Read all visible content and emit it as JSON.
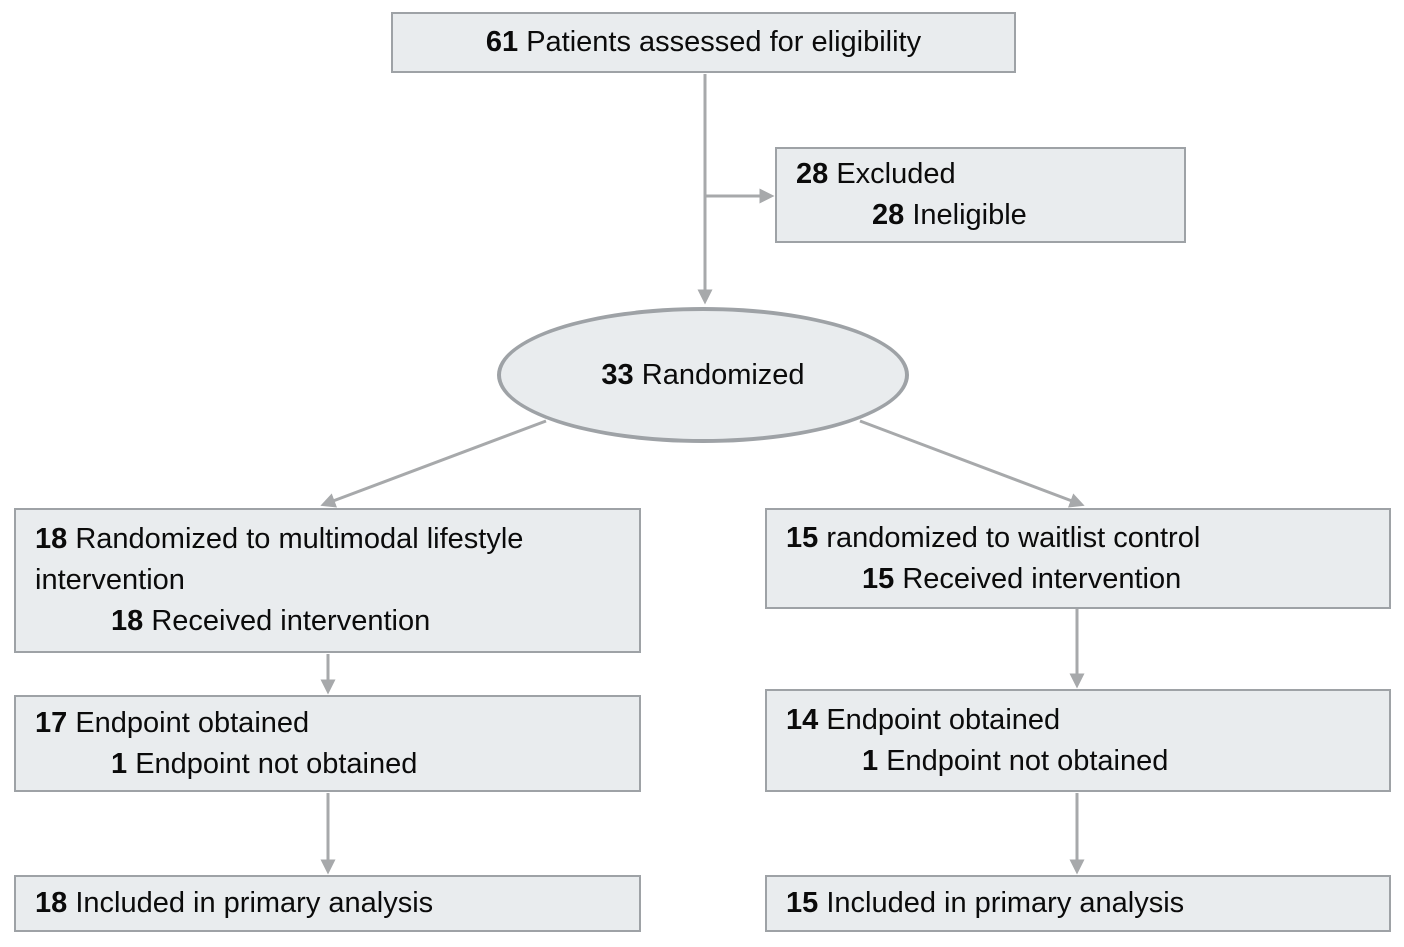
{
  "diagram": {
    "type": "consort-flow",
    "colors": {
      "box_fill": "#e9ecee",
      "box_border": "#9ea2a6",
      "connector": "#a7a9ab",
      "text": "#0b0b0b",
      "background": "#ffffff"
    },
    "nodes": {
      "eligibility": {
        "count": "61",
        "label": "Patients assessed for eligibility"
      },
      "excluded": {
        "lines": [
          {
            "count": "28",
            "label": "Excluded"
          },
          {
            "count": "28",
            "label": "Ineligible"
          }
        ]
      },
      "randomized": {
        "count": "33",
        "label": "Randomized"
      },
      "intervention_arm": {
        "lines": [
          {
            "count": "18",
            "label": "Randomized to multimodal lifestyle intervention"
          },
          {
            "count": "18",
            "label": "Received intervention"
          }
        ]
      },
      "control_arm": {
        "lines": [
          {
            "count": "15",
            "label": "randomized to waitlist control"
          },
          {
            "count": "15",
            "label": "Received intervention"
          }
        ]
      },
      "intervention_endpoint": {
        "lines": [
          {
            "count": "17",
            "label": "Endpoint obtained"
          },
          {
            "count": "1",
            "label": "Endpoint not obtained"
          }
        ]
      },
      "control_endpoint": {
        "lines": [
          {
            "count": "14",
            "label": "Endpoint obtained"
          },
          {
            "count": "1",
            "label": "Endpoint not obtained"
          }
        ]
      },
      "intervention_analysis": {
        "count": "18",
        "label": "Included in primary analysis"
      },
      "control_analysis": {
        "count": "15",
        "label": "Included in primary analysis"
      }
    }
  }
}
